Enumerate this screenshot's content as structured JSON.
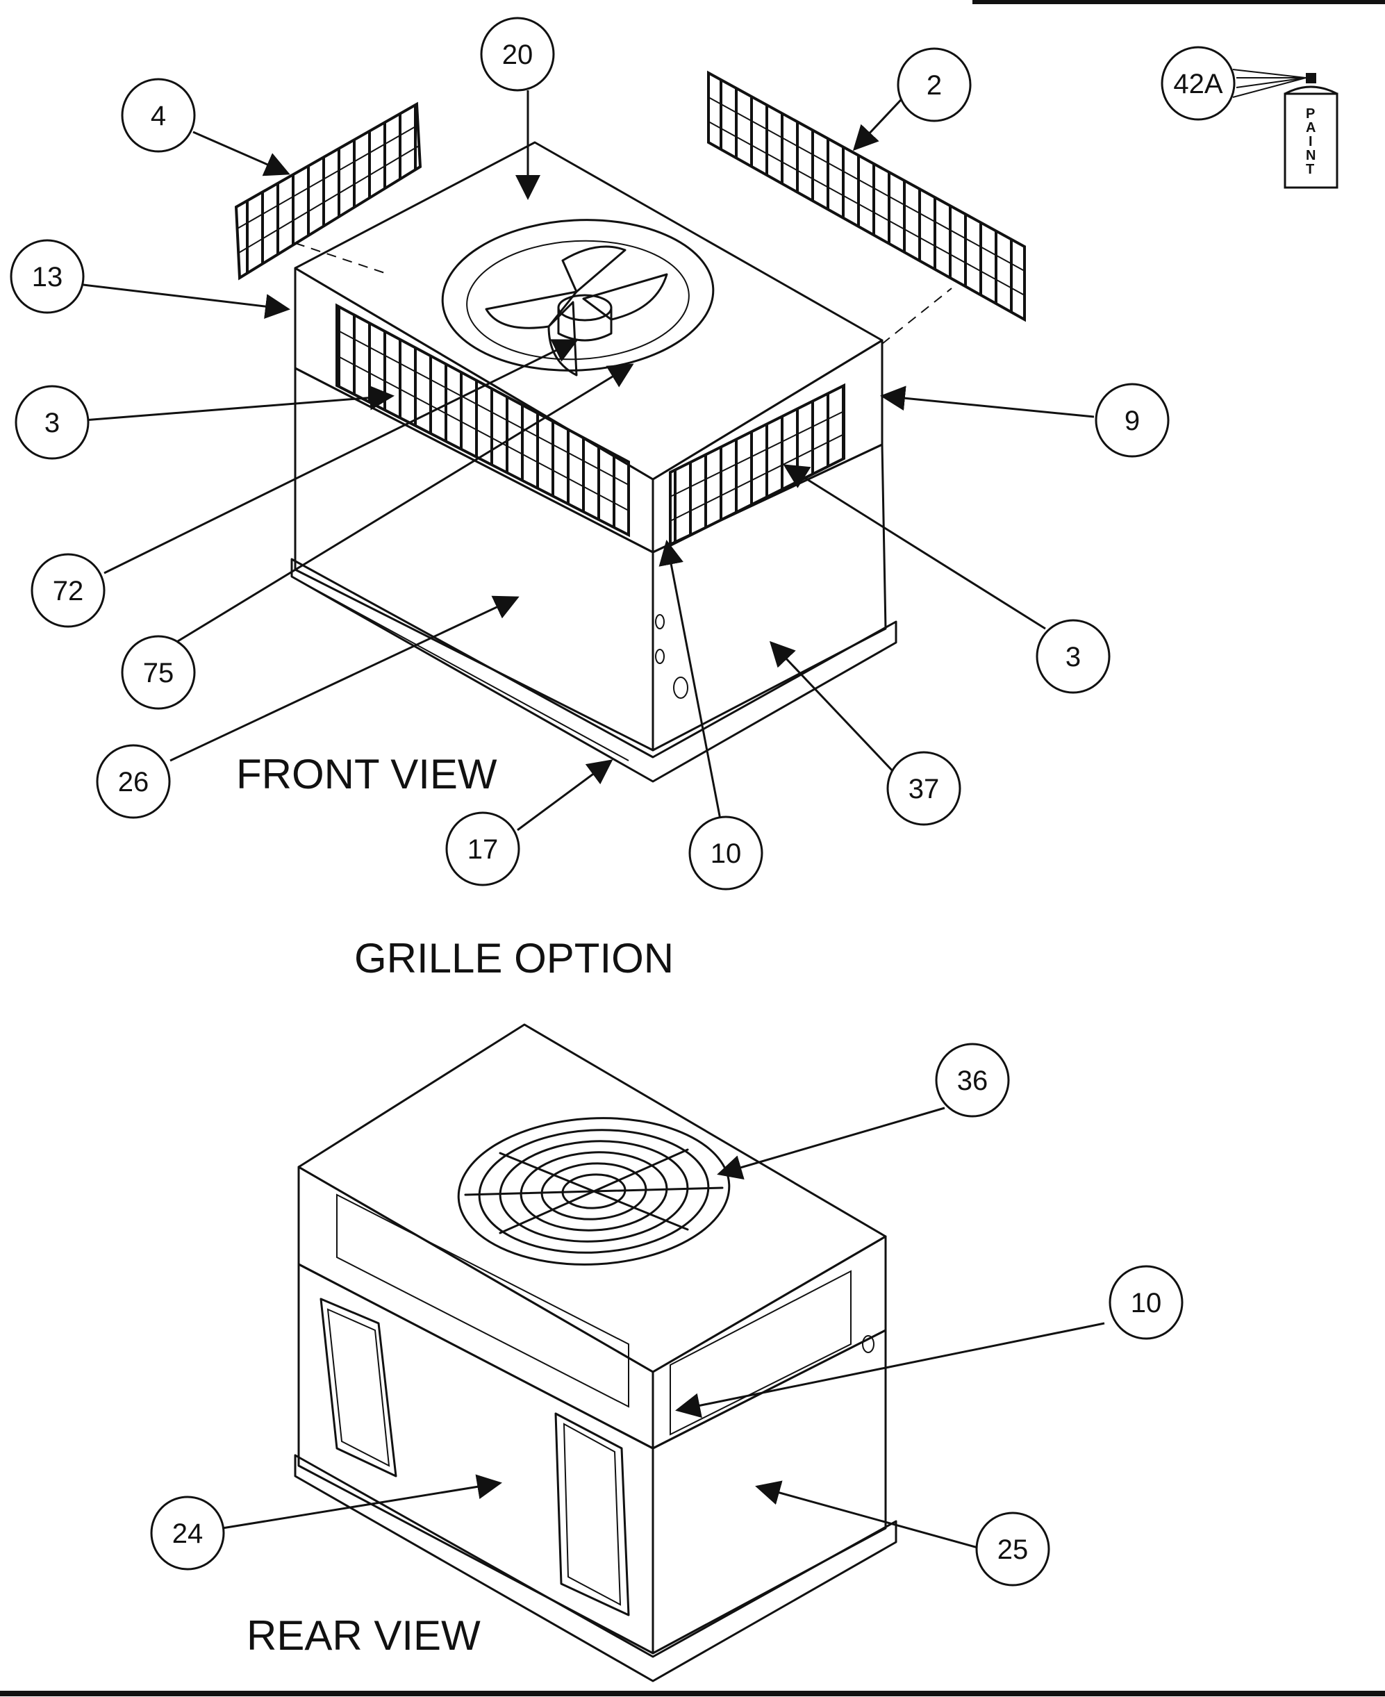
{
  "labels": {
    "front_view": "FRONT  VIEW",
    "grille_option": "GRILLE OPTION",
    "rear_view": "REAR VIEW"
  },
  "callouts": {
    "c20": "20",
    "c4": "4",
    "c2": "2",
    "c42a": "42A",
    "c13": "13",
    "c3a": "3",
    "c9": "9",
    "c72": "72",
    "c75": "75",
    "c3b": "3",
    "c26": "26",
    "c37": "37",
    "c17": "17",
    "c10a": "10",
    "c36": "36",
    "c10b": "10",
    "c24": "24",
    "c25": "25"
  },
  "paint_can": {
    "letters": [
      "P",
      "A",
      "I",
      "N",
      "T"
    ]
  }
}
